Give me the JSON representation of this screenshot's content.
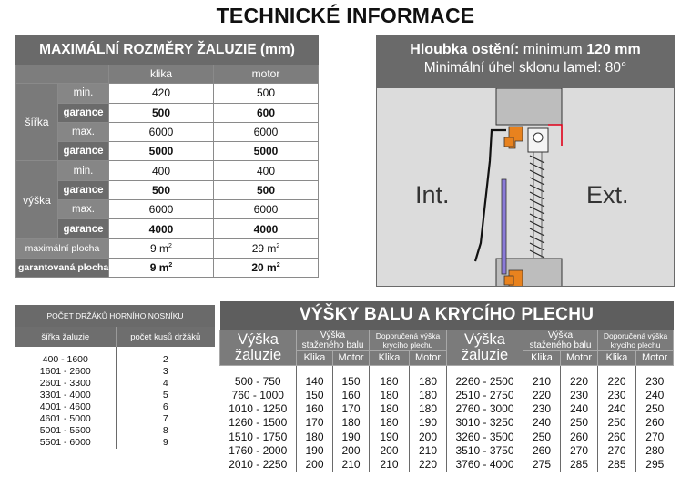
{
  "page_title": "TECHNICKÉ INFORMACE",
  "dimensions": {
    "title": "MAXIMÁLNÍ ROZMĚRY ŽALUZIE (mm)",
    "col_klika": "klika",
    "col_motor": "motor",
    "groups": [
      {
        "label": "šířka",
        "rows": [
          {
            "label": "min.",
            "klika": "420",
            "motor": "500",
            "bold": false
          },
          {
            "label": "garance",
            "klika": "500",
            "motor": "600",
            "bold": true
          },
          {
            "label": "max.",
            "klika": "6000",
            "motor": "6000",
            "bold": false
          },
          {
            "label": "garance",
            "klika": "5000",
            "motor": "5000",
            "bold": true
          }
        ]
      },
      {
        "label": "výška",
        "rows": [
          {
            "label": "min.",
            "klika": "400",
            "motor": "400",
            "bold": false
          },
          {
            "label": "garance",
            "klika": "500",
            "motor": "500",
            "bold": true
          },
          {
            "label": "max.",
            "klika": "6000",
            "motor": "6000",
            "bold": false
          },
          {
            "label": "garance",
            "klika": "4000",
            "motor": "4000",
            "bold": true
          }
        ]
      }
    ],
    "areas": [
      {
        "label": "maximální plocha",
        "klika": "9 m",
        "motor": "29 m",
        "unit": "2",
        "bold": false
      },
      {
        "label": "garantovaná plocha",
        "klika": "9 m",
        "motor": "20 m",
        "unit": "2",
        "bold": true
      }
    ]
  },
  "info": {
    "depth_label": "Hloubka ostění:",
    "depth_text": " minimum ",
    "depth_value": "120 mm",
    "angle_text": "Minimální úhel sklonu lamel: 80°",
    "int_label": "Int.",
    "ext_label": "Ext."
  },
  "holders": {
    "title": "POČET DRŽÁKŮ HORNÍHO NOSNÍKU",
    "col_width": "šířka žaluzie",
    "col_count": "počet kusů držáků",
    "rows": [
      [
        "400 - 1600",
        "2"
      ],
      [
        "1601 - 2600",
        "3"
      ],
      [
        "2601 - 3300",
        "4"
      ],
      [
        "3301 - 4000",
        "5"
      ],
      [
        "4001 - 4600",
        "6"
      ],
      [
        "4601 - 5000",
        "7"
      ],
      [
        "5001 - 5500",
        "8"
      ],
      [
        "5501 - 6000",
        "9"
      ]
    ]
  },
  "heights": {
    "title": "VÝŠKY BALU A KRYCÍHO PLECHU",
    "col_height": "Výška žaluzie",
    "col_pulled_1": "Výška",
    "col_pulled_2": "staženého balu",
    "col_cover_1": "Doporučená výška",
    "col_cover_2": "krycího plechu",
    "sub_klika": "Klika",
    "sub_motor": "Motor",
    "left_rows": [
      [
        "500 - 750",
        "140",
        "150",
        "180",
        "180"
      ],
      [
        "760 - 1000",
        "150",
        "160",
        "180",
        "180"
      ],
      [
        "1010 - 1250",
        "160",
        "170",
        "180",
        "180"
      ],
      [
        "1260 - 1500",
        "170",
        "180",
        "180",
        "190"
      ],
      [
        "1510 - 1750",
        "180",
        "190",
        "190",
        "200"
      ],
      [
        "1760 - 2000",
        "190",
        "200",
        "200",
        "210"
      ],
      [
        "2010 - 2250",
        "200",
        "210",
        "210",
        "220"
      ]
    ],
    "right_rows": [
      [
        "2260 - 2500",
        "210",
        "220",
        "220",
        "230"
      ],
      [
        "2510 - 2750",
        "220",
        "230",
        "230",
        "240"
      ],
      [
        "2760 - 3000",
        "230",
        "240",
        "240",
        "250"
      ],
      [
        "3010 - 3250",
        "240",
        "250",
        "250",
        "260"
      ],
      [
        "3260 - 3500",
        "250",
        "260",
        "260",
        "270"
      ],
      [
        "3510 - 3750",
        "260",
        "270",
        "270",
        "280"
      ],
      [
        "3760 - 4000",
        "275",
        "285",
        "285",
        "295"
      ]
    ]
  },
  "colors": {
    "header_gray": "#6a6a6a",
    "profile_orange": "#e8821e",
    "accent_red": "#e0001a",
    "glass_purple": "#8a7ad8"
  }
}
